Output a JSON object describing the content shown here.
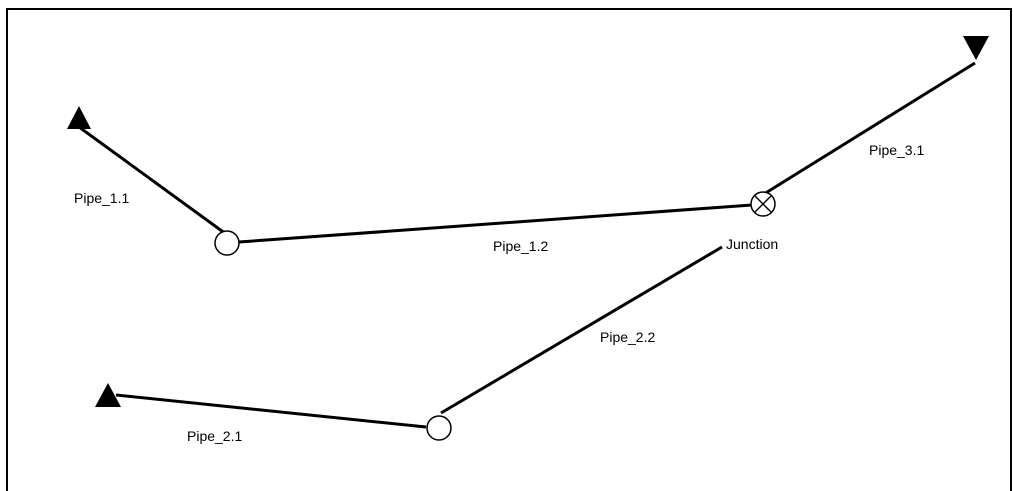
{
  "diagram": {
    "pipes": [
      {
        "id": "pipe_1_1",
        "label": "Pipe_1.1"
      },
      {
        "id": "pipe_1_2",
        "label": "Pipe_1.2"
      },
      {
        "id": "pipe_2_1",
        "label": "Pipe_2.1"
      },
      {
        "id": "pipe_2_2",
        "label": "Pipe_2.2"
      },
      {
        "id": "pipe_3_1",
        "label": "Pipe_3.1"
      }
    ],
    "junction": {
      "label": "Junction"
    },
    "icons": {
      "source_tank": "up-triangle-icon",
      "outlet_tank": "down-triangle-icon",
      "node": "circle-node-icon",
      "junction": "crossed-circle-icon"
    },
    "colors": {
      "line": "#000000",
      "background": "#ffffff"
    }
  }
}
